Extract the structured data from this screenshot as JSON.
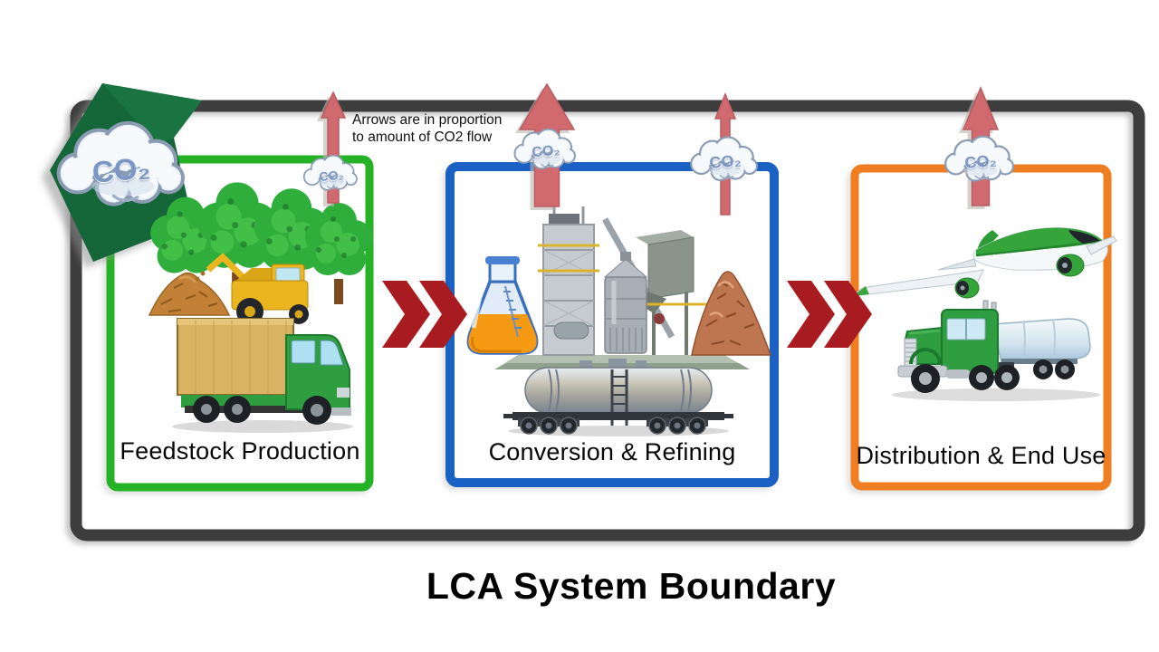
{
  "diagram": {
    "title": "LCA System Boundary",
    "note_line1": "Arrows are in proportion",
    "note_line2": "to amount of CO2 flow"
  },
  "stages": [
    {
      "label": "Feedstock Production",
      "border_color": "#26b226",
      "illustrations": [
        "trees",
        "wood-chip-pile",
        "forage-harvester",
        "box-truck"
      ]
    },
    {
      "label": "Conversion & Refining",
      "border_color": "#1b61c4",
      "illustrations": [
        "flask",
        "biorefinery-plant",
        "wood-chip-pile",
        "rail-tank-car"
      ]
    },
    {
      "label": "Distribution & End Use",
      "border_color": "#ef7d22",
      "illustrations": [
        "airplane",
        "tanker-truck"
      ]
    }
  ],
  "co2_clouds": [
    {
      "id": "uptake",
      "label": "CO₂"
    },
    {
      "id": "feedstock-emission",
      "label": "CO₂"
    },
    {
      "id": "conversion-emission-left",
      "label": "CO₂"
    },
    {
      "id": "conversion-emission-right",
      "label": "CO₂"
    },
    {
      "id": "distribution-emission",
      "label": "CO₂"
    }
  ],
  "emission_arrows": [
    {
      "stage": "Feedstock Production",
      "relative_size": "small"
    },
    {
      "stage": "Conversion & Refining",
      "relative_size": "large"
    },
    {
      "stage": "Conversion & Refining",
      "relative_size": "small"
    },
    {
      "stage": "Distribution & End Use",
      "relative_size": "medium"
    }
  ],
  "uptake_arrow": {
    "direction": "into Feedstock Production",
    "color": "#15673a"
  },
  "flow_connectors": [
    {
      "from": "Feedstock Production",
      "to": "Conversion & Refining"
    },
    {
      "from": "Conversion & Refining",
      "to": "Distribution & End Use"
    }
  ],
  "colors": {
    "boundary": "#3d3d3d",
    "feedstock_green": "#26b226",
    "conversion_blue": "#1b61c4",
    "distribution_orange": "#ef7d22",
    "emission_arrow_pink": "#d06a6f",
    "chevron_red": "#a81c21",
    "uptake_green": "#15673a",
    "background": "#ffffff"
  }
}
